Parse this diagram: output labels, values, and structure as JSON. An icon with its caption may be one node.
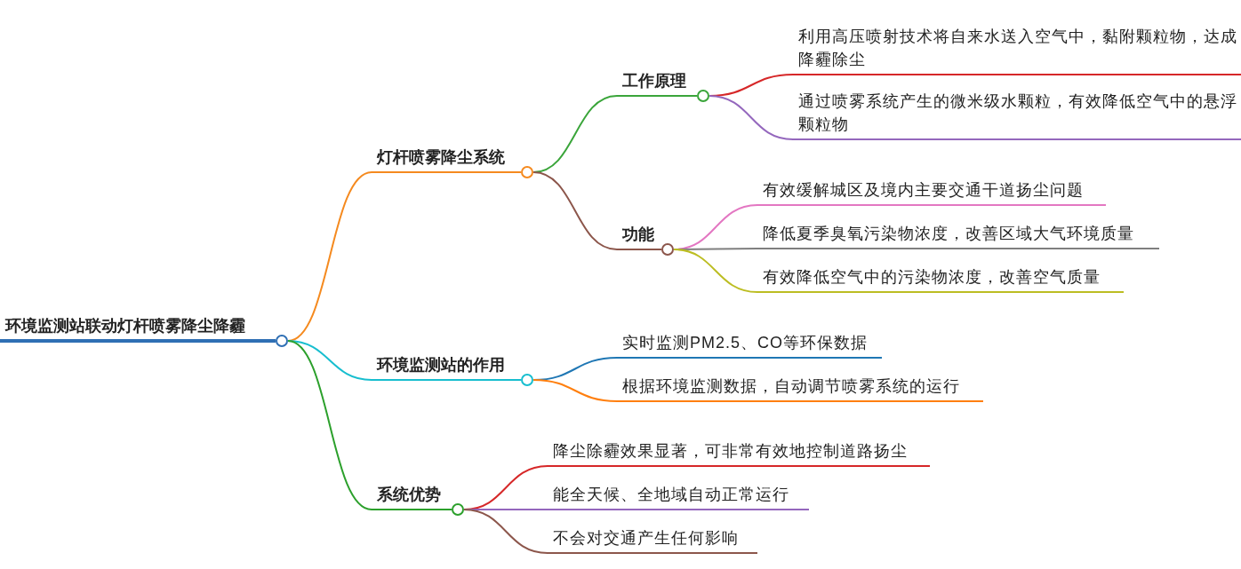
{
  "diagram": {
    "nodes": [
      {
        "text": [
          "环境监测站联动灯杆喷雾降尘降霾"
        ]
      },
      {
        "text": [
          "灯杆喷雾降尘系统"
        ]
      },
      {
        "text": [
          "工作原理"
        ]
      },
      {
        "text": [
          "利用高压喷射技术将自来水送入空气中，黏附颗粒物，达成降霾除尘"
        ]
      },
      {
        "text": [
          "通过喷雾系统产生的微米级水颗粒，有效降低空气中的悬浮颗粒物"
        ]
      },
      {
        "text": [
          "功能"
        ]
      },
      {
        "text": [
          "有效缓解城区及境内主要交通干道扬尘问题"
        ]
      },
      {
        "text": [
          "降低夏季臭氧污染物浓度，改善区域大气环境质量"
        ]
      },
      {
        "text": [
          "有效降低空气中的污染物浓度，改善空气质量"
        ]
      },
      {
        "text": [
          "环境监测站的作用"
        ]
      },
      {
        "text": [
          "实时监测PM2.5、CO等环保数据"
        ]
      },
      {
        "text": [
          "根据环境监测数据，自动调节喷雾系统的运行"
        ]
      },
      {
        "text": [
          "系统优势"
        ]
      },
      {
        "text": [
          "降尘除霾效果显著，可非常有效地控制道路扬尘"
        ]
      },
      {
        "text": [
          "能全天候、全地域自动正常运行"
        ]
      },
      {
        "text": [
          "不会对交通产生任何影响"
        ]
      }
    ],
    "edges": [
      {
        "from": 0,
        "to": 1,
        "arrow": "none",
        "color": "#f58a1f"
      },
      {
        "from": 1,
        "to": 2,
        "arrow": "none",
        "color": "#3aa53a"
      },
      {
        "from": 2,
        "to": 3,
        "arrow": "none",
        "color": "#d62728"
      },
      {
        "from": 2,
        "to": 4,
        "arrow": "none",
        "color": "#9467bd"
      },
      {
        "from": 1,
        "to": 5,
        "arrow": "none",
        "color": "#8c564b"
      },
      {
        "from": 5,
        "to": 6,
        "arrow": "none",
        "color": "#e377c2"
      },
      {
        "from": 5,
        "to": 7,
        "arrow": "none",
        "color": "#7f7f7f"
      },
      {
        "from": 5,
        "to": 8,
        "arrow": "none",
        "color": "#bcbd22"
      },
      {
        "from": 0,
        "to": 9,
        "arrow": "none",
        "color": "#17becf"
      },
      {
        "from": 9,
        "to": 10,
        "arrow": "none",
        "color": "#1f77b4"
      },
      {
        "from": 9,
        "to": 11,
        "arrow": "none",
        "color": "#ff7f0e"
      },
      {
        "from": 0,
        "to": 12,
        "arrow": "none",
        "color": "#2ca02c"
      },
      {
        "from": 12,
        "to": 13,
        "arrow": "none",
        "color": "#d62728"
      },
      {
        "from": 12,
        "to": 14,
        "arrow": "none",
        "color": "#9467bd"
      },
      {
        "from": 12,
        "to": 15,
        "arrow": "none",
        "color": "#8c564b"
      }
    ]
  }
}
